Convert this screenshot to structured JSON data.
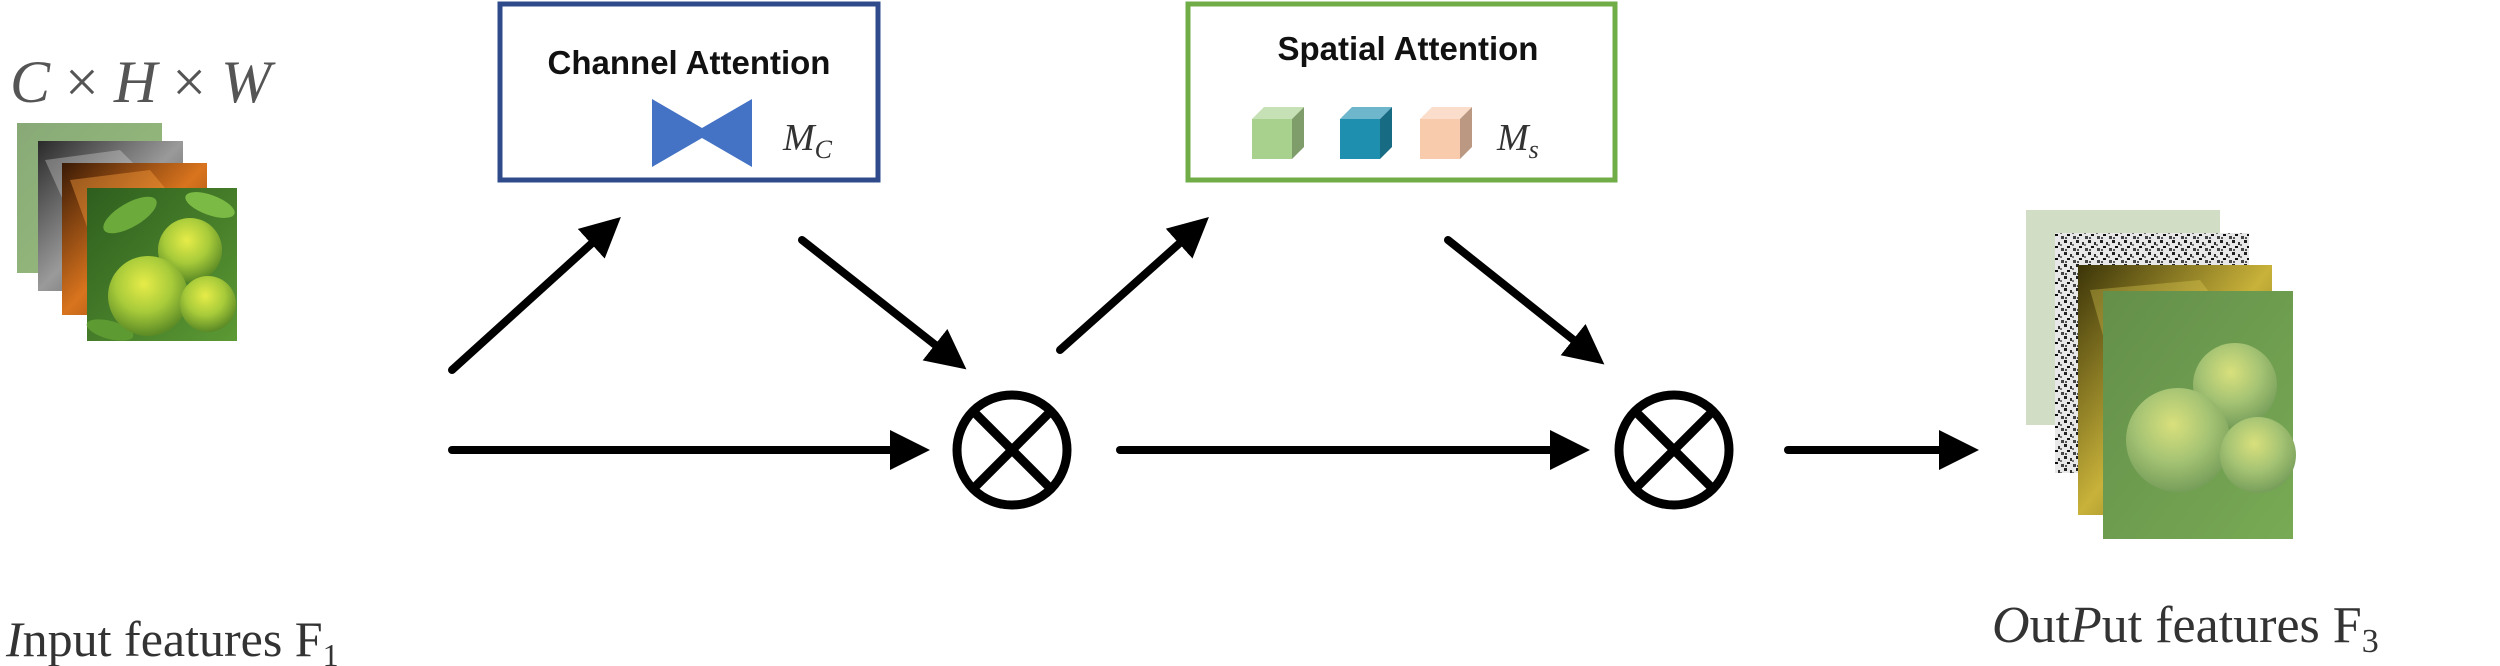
{
  "input": {
    "shape_c": "C",
    "shape_x1": "×",
    "shape_h": "H",
    "shape_x2": "×",
    "shape_w": "W",
    "label_i": "I",
    "label_rest": "nput  features  F",
    "label_sub": "1"
  },
  "channel_attention": {
    "title": "Channel Attention",
    "symbol_m": "M",
    "symbol_sub": "C",
    "border_color": "#2F4B8C",
    "icon_color": "#4472C4",
    "icon": "bowtie-icon"
  },
  "spatial_attention": {
    "title": "Spatial Attention",
    "symbol_m": "M",
    "symbol_sub": "s",
    "border_color": "#70AD47",
    "cube_colors": [
      "#A9D18E",
      "#1F8FAF",
      "#F8CBAD"
    ],
    "icon": "cube-icon"
  },
  "operators": {
    "multiply_icon": "circled-times-icon"
  },
  "output": {
    "label_o": "O",
    "label_ut1": "ut",
    "label_p": "P",
    "label_rest": "ut features F",
    "label_sub": "3"
  }
}
